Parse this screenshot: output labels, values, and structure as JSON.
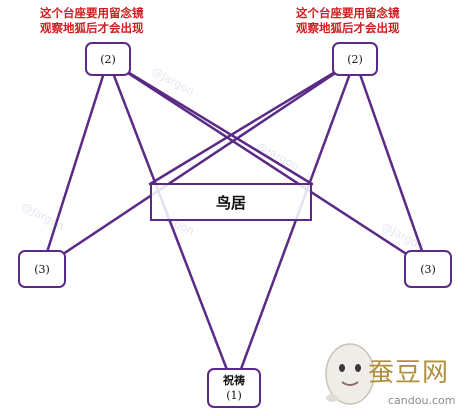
{
  "notes": {
    "left": [
      "这个台座要用留念镜",
      "观察地狐后才会出现"
    ],
    "right": [
      "这个台座要用留念镜",
      "观察地狐后才会出现"
    ]
  },
  "nodes": {
    "top_left": "(2)",
    "top_right": "(2)",
    "mid_left": "(3)",
    "mid_right": "(3)",
    "bottom_name": "祝祷",
    "bottom_num": "(1)"
  },
  "center_label": "鸟居",
  "watermark_text": "@Jargon",
  "logo": {
    "brand": "蚕豆网",
    "domain": "candou.com"
  },
  "colors": {
    "line": "#5b2a86",
    "note": "#cc1f1f"
  }
}
